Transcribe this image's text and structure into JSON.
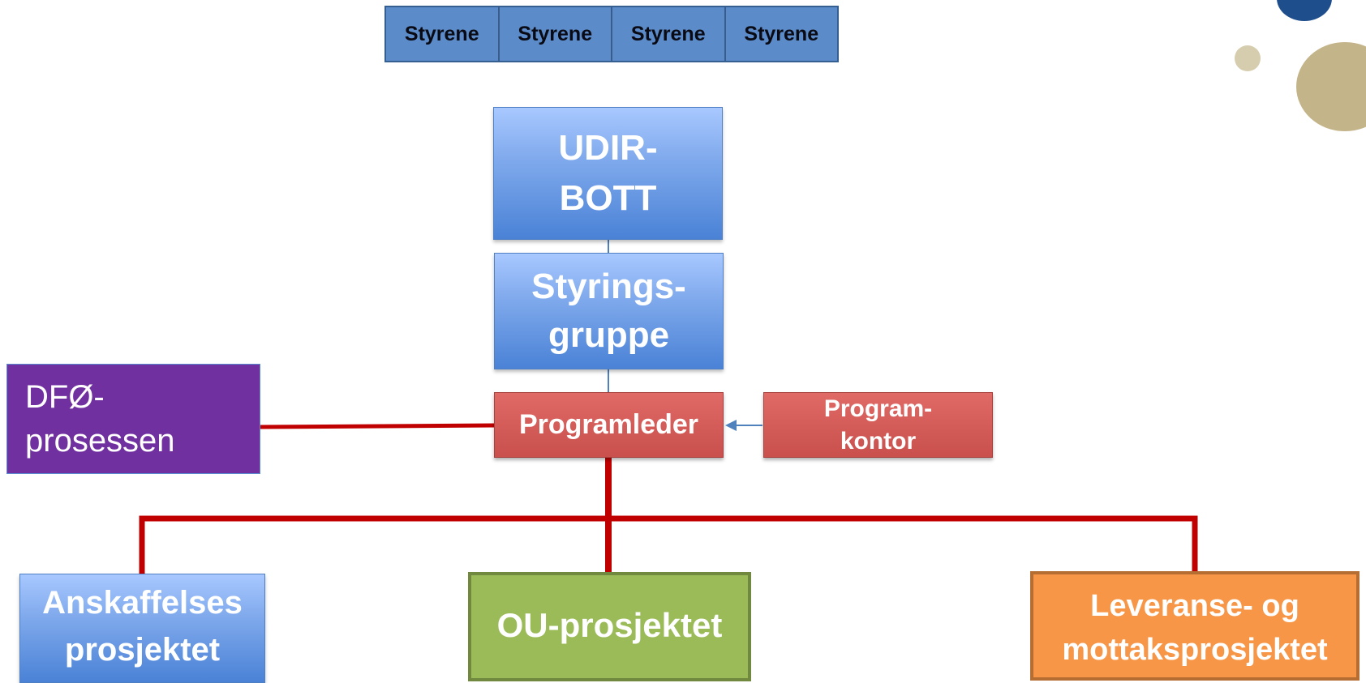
{
  "top_bar": {
    "cells": [
      "Styrene",
      "Styrene",
      "Styrene",
      "Styrene"
    ]
  },
  "nodes": {
    "udir": {
      "line1": "UDIR-",
      "line2": "BOTT"
    },
    "styringsgruppe": {
      "line1": "Styrings-",
      "line2": "gruppe"
    },
    "programleder": {
      "label": "Programleder"
    },
    "programkontor": {
      "line1": "Program-",
      "line2": "kontor"
    },
    "dfo": {
      "line1": "DFØ-",
      "line2": "prosessen"
    },
    "anskaffelse": {
      "line1": "Anskaffelses",
      "line2": "prosjektet"
    },
    "ou": {
      "label": "OU-prosjektet"
    },
    "leveranse": {
      "line1": "Leveranse- og",
      "line2": "mottaksprosjektet"
    }
  },
  "colors": {
    "connector_red": "#c00000",
    "connector_blue": "#4f81bd",
    "purple": "#7030a0",
    "green": "#9bbb59",
    "orange": "#f79646",
    "deco_navy": "#1f4e8c",
    "deco_tan": "#c4b48a"
  }
}
